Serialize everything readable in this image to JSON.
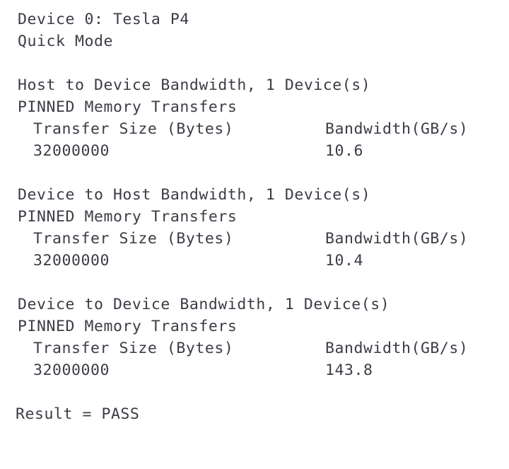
{
  "document": {
    "kind": "terminal-output",
    "program": "CUDA bandwidthTest",
    "background_color": "#ffffff",
    "text_color": "#3c3c46"
  },
  "header": {
    "device_line": "Device 0: Tesla P4",
    "mode_line": "Quick Mode"
  },
  "sections": [
    {
      "title": "Host to Device Bandwidth, 1 Device(s)",
      "memory_mode": "PINNED Memory Transfers",
      "column_headers": {
        "size": "Transfer Size (Bytes)",
        "bandwidth": "Bandwidth(GB/s)"
      },
      "rows": [
        {
          "size": "32000000",
          "bandwidth": "10.6"
        }
      ]
    },
    {
      "title": "Device to Host Bandwidth, 1 Device(s)",
      "memory_mode": "PINNED Memory Transfers",
      "column_headers": {
        "size": "Transfer Size (Bytes)",
        "bandwidth": "Bandwidth(GB/s)"
      },
      "rows": [
        {
          "size": "32000000",
          "bandwidth": "10.4"
        }
      ]
    },
    {
      "title": "Device to Device Bandwidth, 1 Device(s)",
      "memory_mode": "PINNED Memory Transfers",
      "column_headers": {
        "size": "Transfer Size (Bytes)",
        "bandwidth": "Bandwidth(GB/s)"
      },
      "rows": [
        {
          "size": "32000000",
          "bandwidth": "143.8"
        }
      ]
    }
  ],
  "footer": {
    "result_line": "Result = PASS"
  }
}
